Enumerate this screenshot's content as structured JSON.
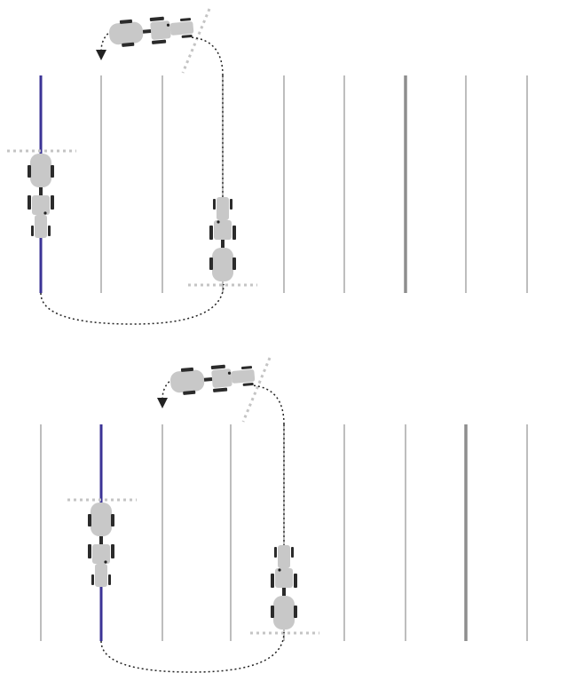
{
  "colors": {
    "background": "#ffffff",
    "row_line": "#9a9a9a",
    "row_line_thick": "#8e8e8e",
    "active_row": "#3b3396",
    "vehicle_body": "#c8c8c8",
    "tire": "#2b2b2b",
    "headland_marker": "#c4c4c4",
    "path": "#222222"
  },
  "panels": [
    {
      "name": "top-panel",
      "active_row_index": 0,
      "target_row_index": 3,
      "thick_row_index": 6
    },
    {
      "name": "bottom-panel",
      "active_row_index": 1,
      "target_row_index": 4,
      "thick_row_index": 7
    }
  ],
  "icons": {
    "vehicle": "tractor-with-implement-icon",
    "arrow": "arrowhead-down-icon"
  }
}
